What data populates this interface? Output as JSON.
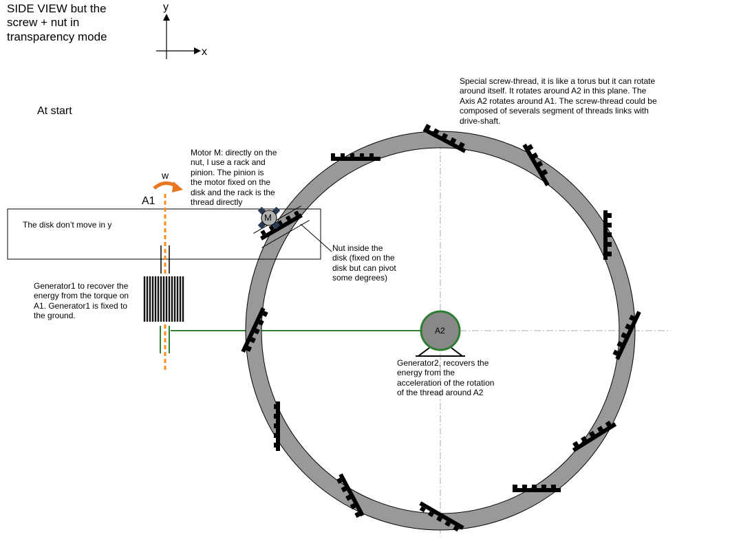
{
  "title": "SIDE VIEW but the\nscrew + nut in\ntransparency mode",
  "axes": {
    "y_label": "y",
    "x_label": "x"
  },
  "at_start": "At start",
  "special_thread_note": "Special screw-thread, it is like a torus but it can rotate\naround itself. It rotates around A2 in this plane. The\nAxis A2 rotates around A1. The screw-thread could be\ncomposed of severals segment of threads links with\ndrive-shaft.",
  "motor_note": "Motor M: directly on the\nnut, I use a rack and\npinion. The pinion is\nthe motor fixed on the\ndisk and the rack is the\nthread directly",
  "w_label": "w",
  "a1_label": "A1",
  "disk_note": "The disk don’t move in y",
  "motor_label": "M",
  "nut_note": "Nut inside the\ndisk (fixed on the\ndisk but can pivot\nsome degrees)",
  "generator1_note": "Generator1 to recover the\nenergy from the torque on\nA1. Generator1 is fixed to\nthe ground.",
  "a2_label": "A2",
  "generator2_note": "Generator2, recovers the\nenergy from the\nacceleration of the rotation\nof the thread around A2",
  "colors": {
    "ring": "#999999",
    "shaft": "#ff8c1a",
    "arm": "#2e7d32",
    "generator2": "#2e7d32",
    "rotation_arrow": "#e87722"
  },
  "icons": {
    "rotation": "curved-arrow-icon"
  }
}
